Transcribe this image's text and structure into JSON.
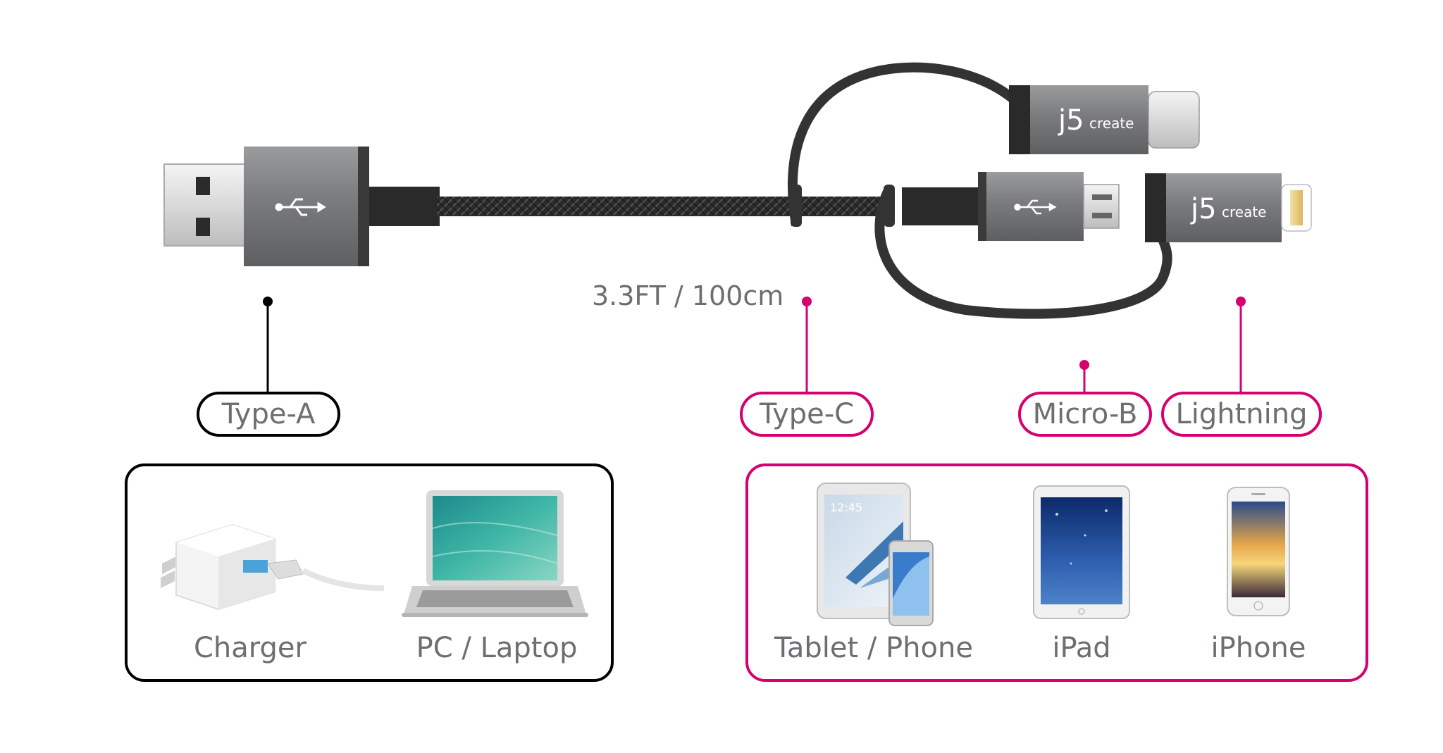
{
  "cable": {
    "length_label": "3.3FT / 100cm",
    "brand_logo_main": "j5",
    "brand_logo_sub": "create"
  },
  "connectors": {
    "type_a": "Type-A",
    "type_c": "Type-C",
    "micro_b": "Micro-B",
    "lightning": "Lightning"
  },
  "host_devices": {
    "charger": "Charger",
    "pc_laptop": "PC / Laptop"
  },
  "mobile_devices": {
    "tablet_phone": "Tablet / Phone",
    "ipad": "iPad",
    "iphone": "iPhone"
  },
  "screens": {
    "tablet_time": "12:45"
  },
  "colors": {
    "accent": "#d6006f",
    "text": "#6d6e70",
    "line": "#000000",
    "connector_gray": "#7d7e80",
    "cable_dark": "#2a2a2a"
  }
}
